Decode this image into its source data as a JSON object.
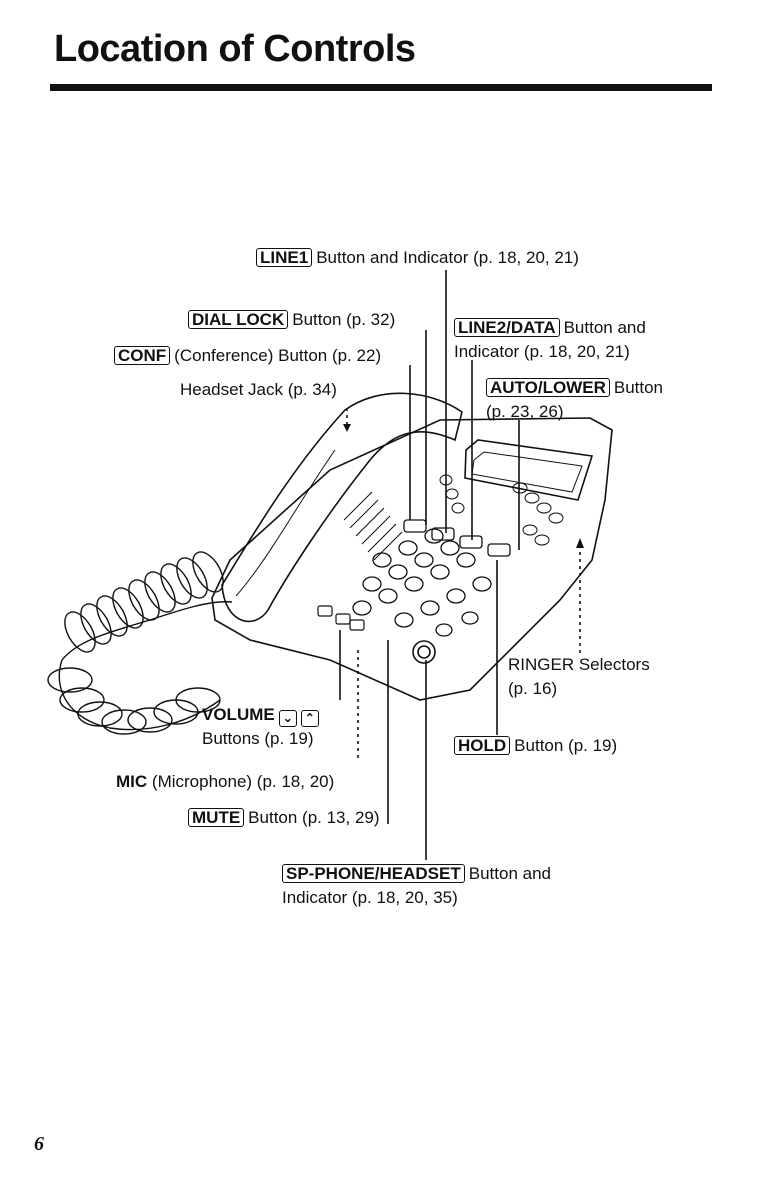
{
  "page": {
    "title": "Location of Controls",
    "page_number": "6"
  },
  "callouts": {
    "line1": {
      "key": "LINE1",
      "text": "Button and Indicator (p. 18, 20, 21)"
    },
    "dial_lock": {
      "key": "DIAL LOCK",
      "text": "Button (p. 32)"
    },
    "conf": {
      "key": "CONF",
      "text": "(Conference) Button (p. 22)"
    },
    "headset_jack": {
      "text": "Headset Jack (p. 34)"
    },
    "line2": {
      "key": "LINE2/DATA",
      "text": "Button and",
      "text2": "Indicator (p. 18, 20, 21)"
    },
    "auto_lower": {
      "key": "AUTO/LOWER",
      "text": "Button",
      "text2": "(p. 23, 26)"
    },
    "ringer": {
      "text": "RINGER Selectors",
      "text2": "(p. 16)"
    },
    "volume": {
      "label": "VOLUME",
      "text2": "Buttons (p. 19)"
    },
    "hold": {
      "key": "HOLD",
      "text": "Button (p. 19)"
    },
    "mic": {
      "label": "MIC",
      "text": "(Microphone) (p. 18, 20)"
    },
    "mute": {
      "key": "MUTE",
      "text": "Button (p. 13, 29)"
    },
    "sp_phone": {
      "key": "SP-PHONE/HEADSET",
      "text": "Button and",
      "text2": "Indicator (p. 18, 20, 35)"
    }
  },
  "icons": {
    "volume_down": "chevron-down-icon",
    "volume_up": "chevron-up-icon"
  }
}
